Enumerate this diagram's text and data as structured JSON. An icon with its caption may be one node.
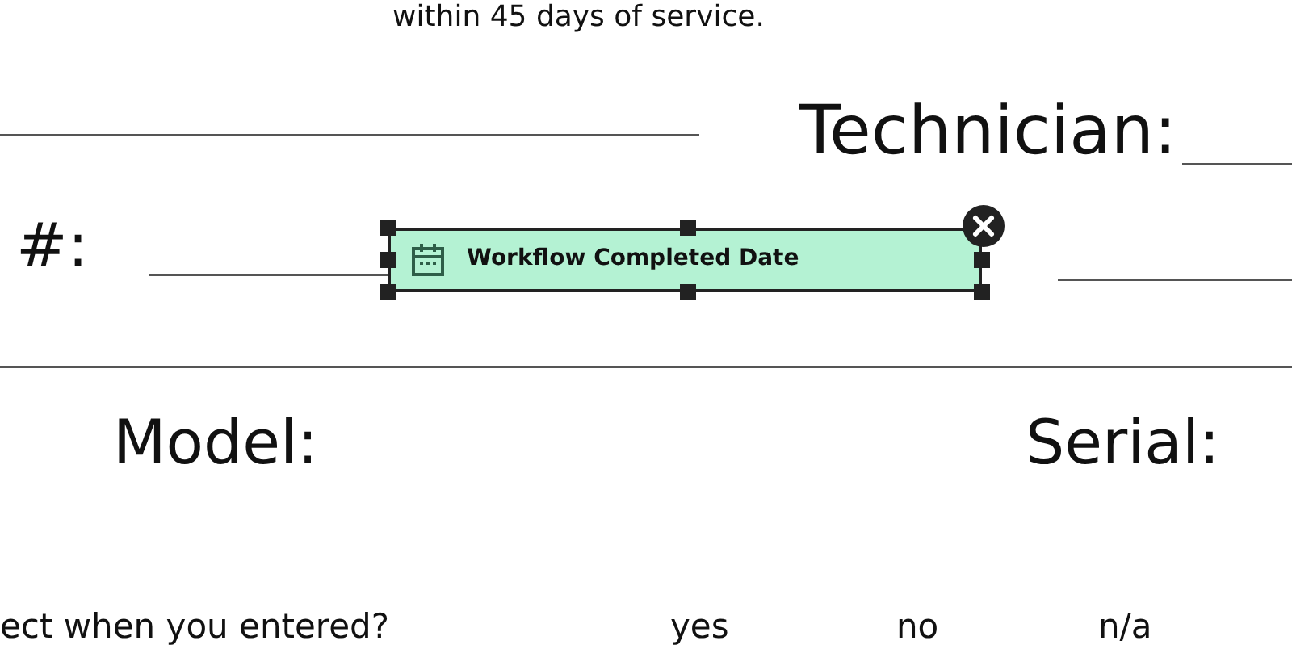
{
  "diagram": {
    "labels": [
      "within 45 days of service.",
      "Technician:",
      "#:",
      "Workflow Completed Date",
      "Model:",
      "Serial:",
      "ect when you entered?",
      "yes",
      "no",
      "n/a"
    ]
  }
}
